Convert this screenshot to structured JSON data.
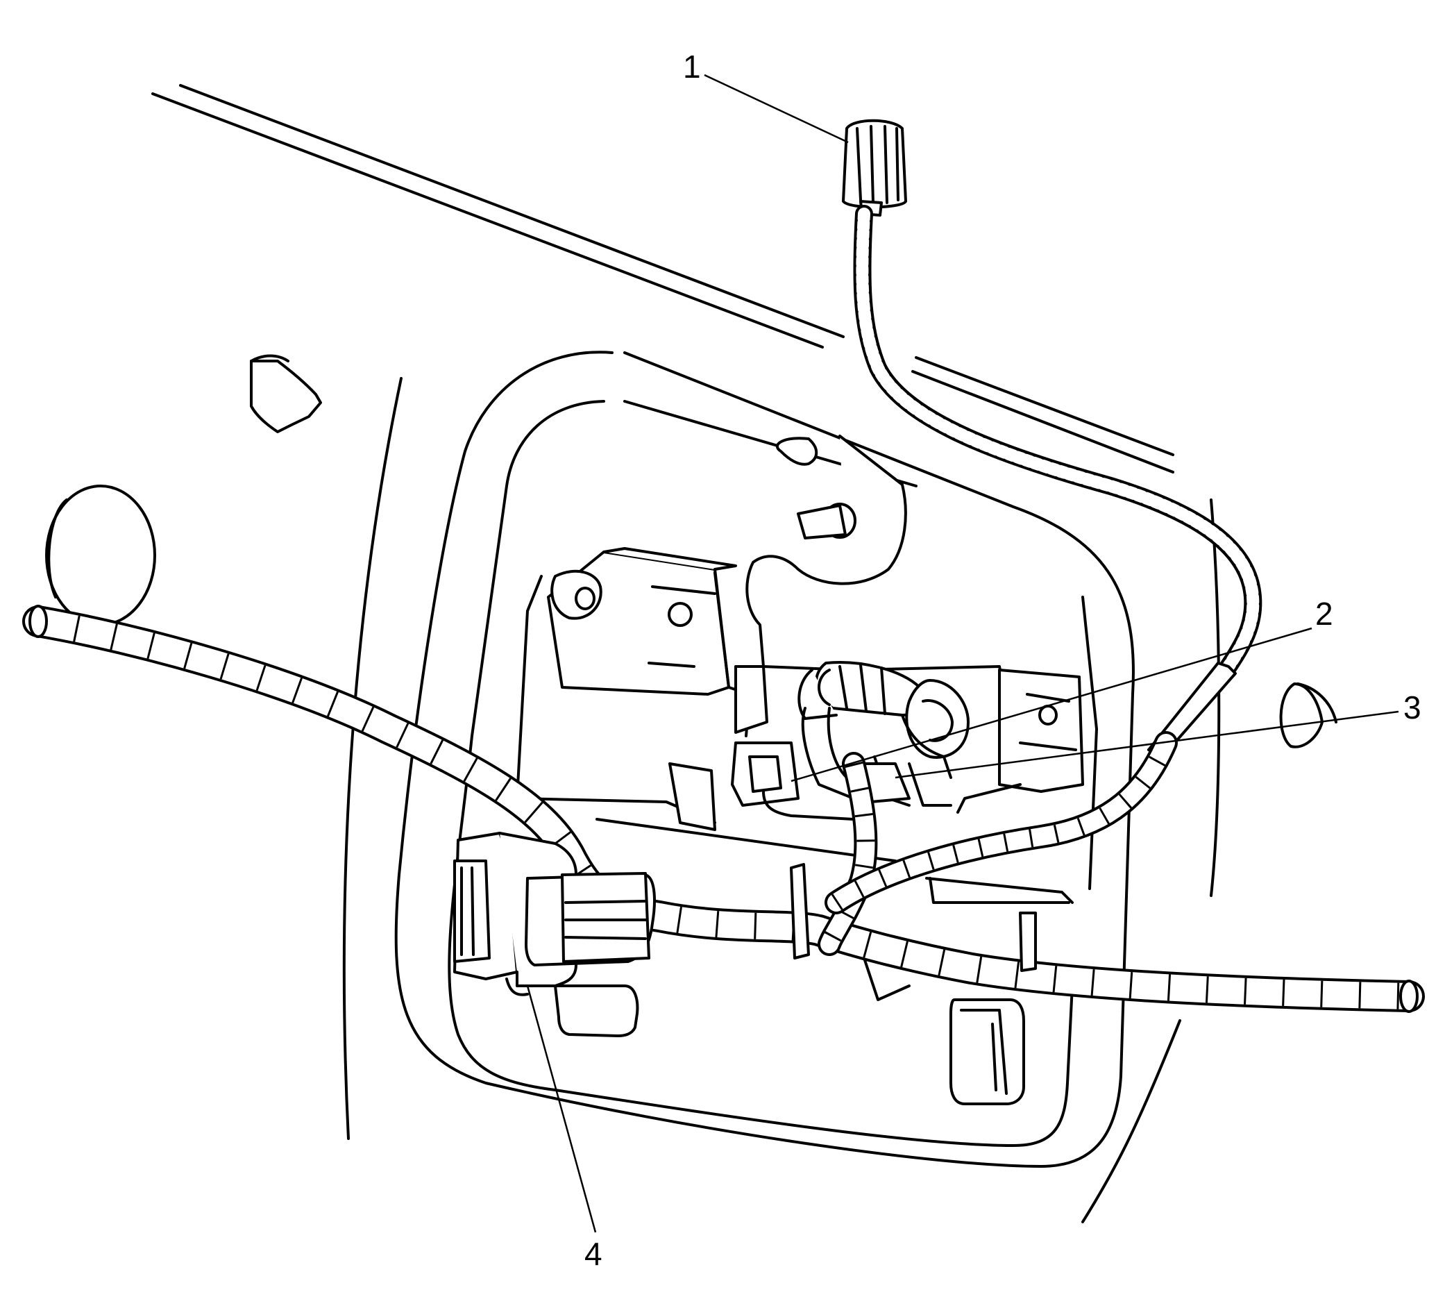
{
  "diagram": {
    "callouts": [
      {
        "id": "1",
        "label": "1"
      },
      {
        "id": "2",
        "label": "2"
      },
      {
        "id": "3",
        "label": "3"
      },
      {
        "id": "4",
        "label": "4"
      }
    ],
    "colors": {
      "line": "#000000",
      "background": "#ffffff"
    }
  }
}
